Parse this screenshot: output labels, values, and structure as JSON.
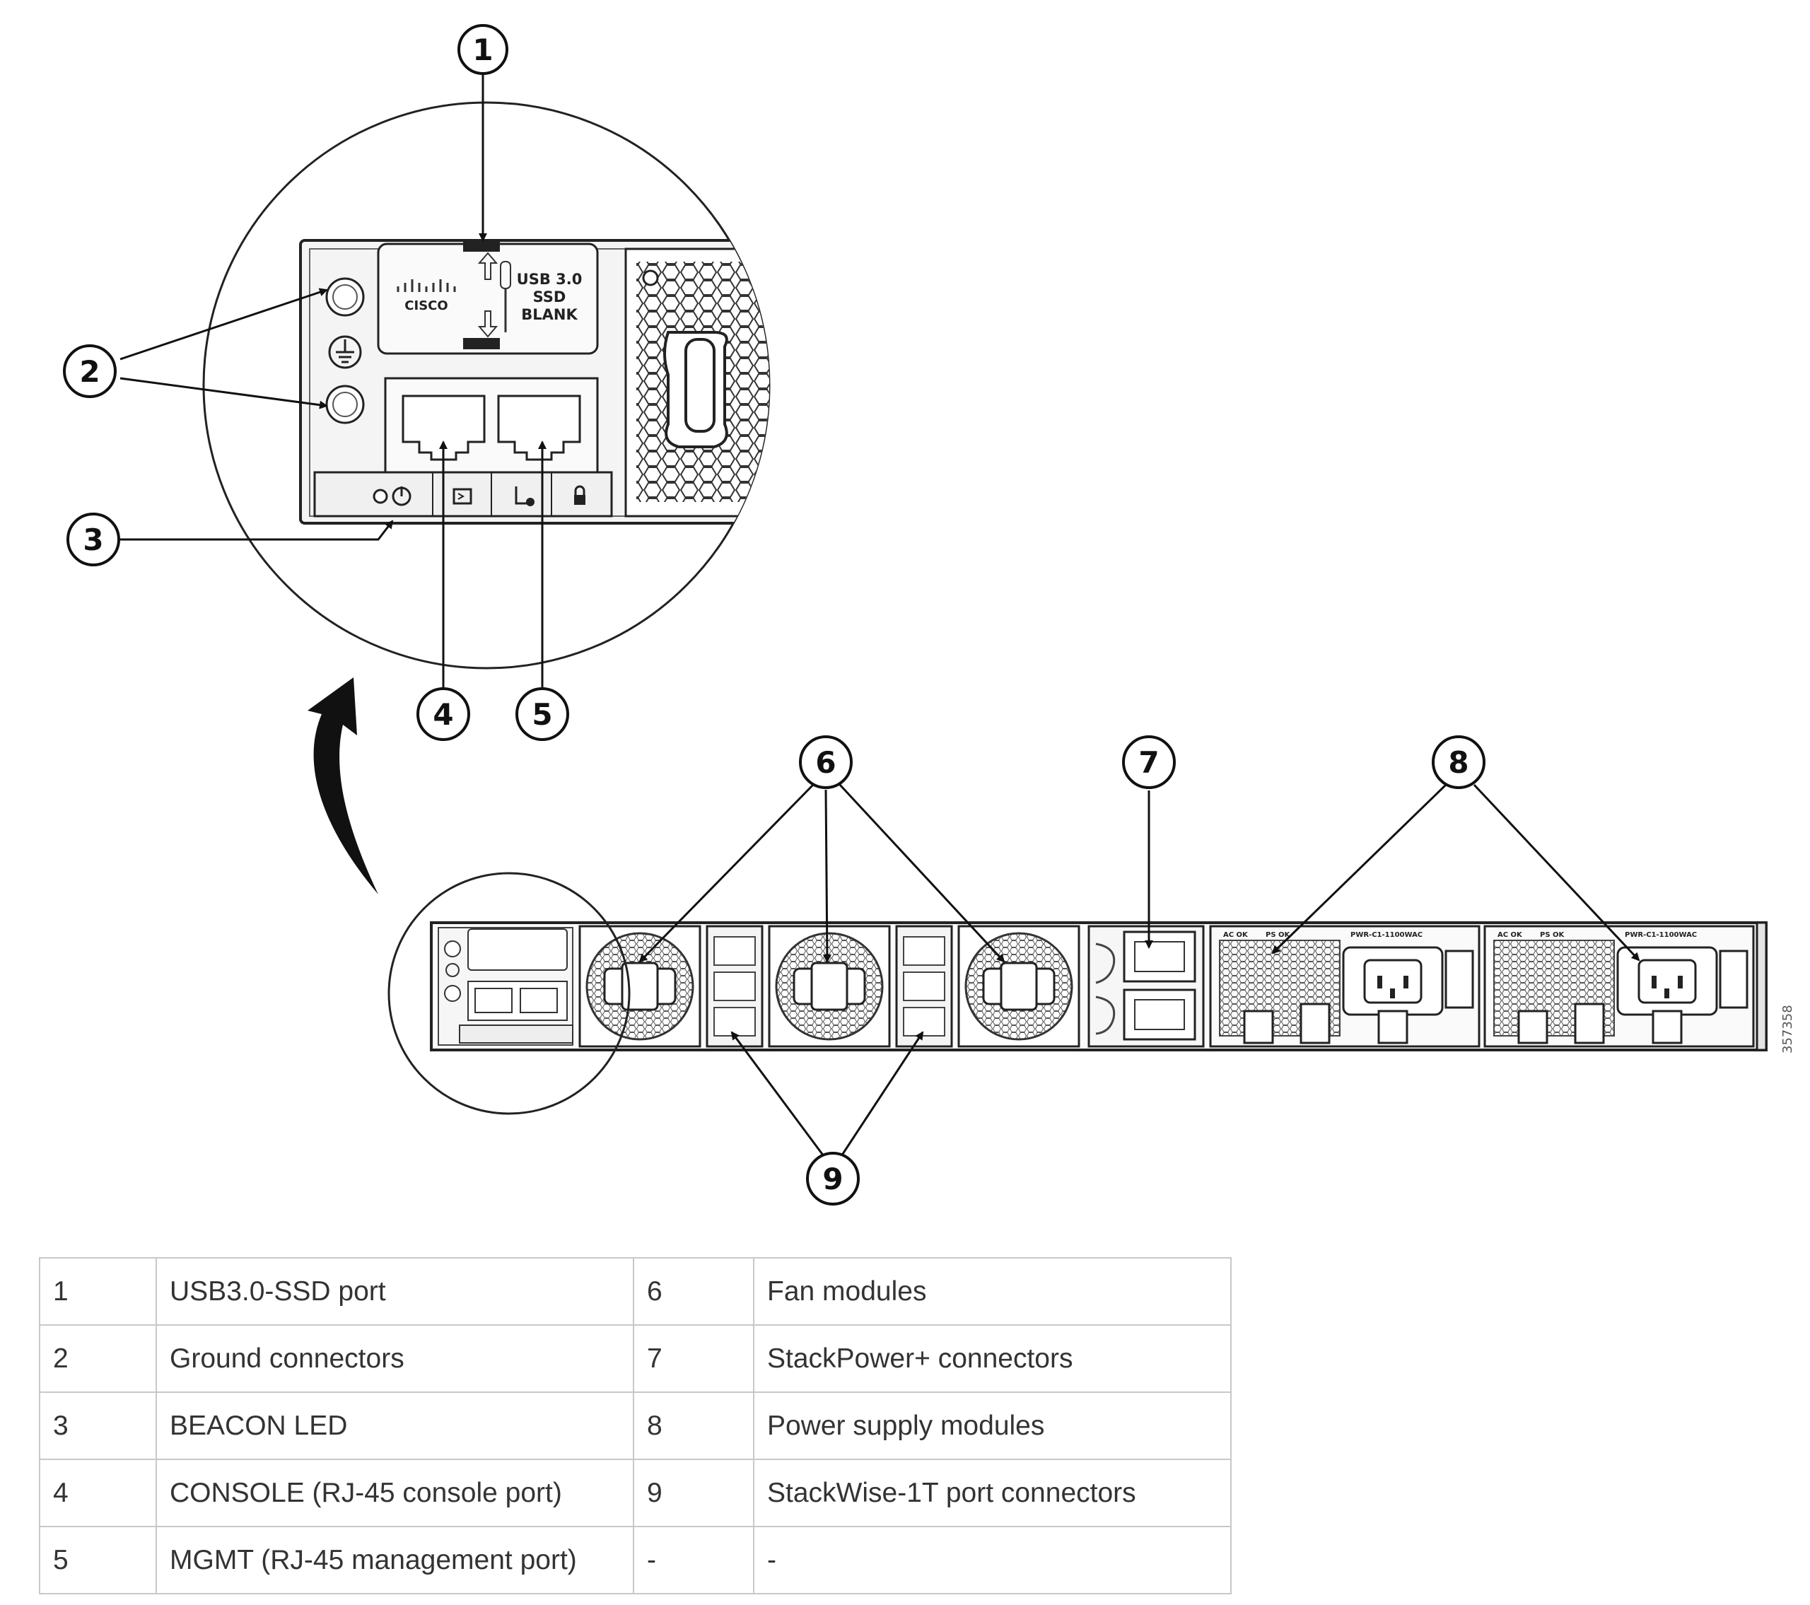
{
  "callouts": [
    "1",
    "2",
    "3",
    "4",
    "5",
    "6",
    "7",
    "8",
    "9"
  ],
  "panel": {
    "usb_label_lines": [
      "USB 3.0",
      "SSD",
      "BLANK"
    ],
    "cisco_text": "CISCO",
    "psu_labels": {
      "ac_ok": "AC OK",
      "ps_ok": "PS OK",
      "model": "PWR-C1-1100WAC"
    }
  },
  "figure_id": "357358",
  "legend": {
    "rows": [
      {
        "num_a": "1",
        "desc_a": "USB3.0-SSD port",
        "num_b": "6",
        "desc_b": "Fan modules"
      },
      {
        "num_a": "2",
        "desc_a": "Ground connectors",
        "num_b": "7",
        "desc_b": "StackPower+ connectors"
      },
      {
        "num_a": "3",
        "desc_a": "BEACON LED",
        "num_b": "8",
        "desc_b": "Power supply modules"
      },
      {
        "num_a": "4",
        "desc_a": "CONSOLE (RJ-45 console port)",
        "num_b": "9",
        "desc_b": "StackWise-1T port connectors"
      },
      {
        "num_a": "5",
        "desc_a": "MGMT (RJ-45 management port)",
        "num_b": "-",
        "desc_b": "-"
      }
    ]
  }
}
